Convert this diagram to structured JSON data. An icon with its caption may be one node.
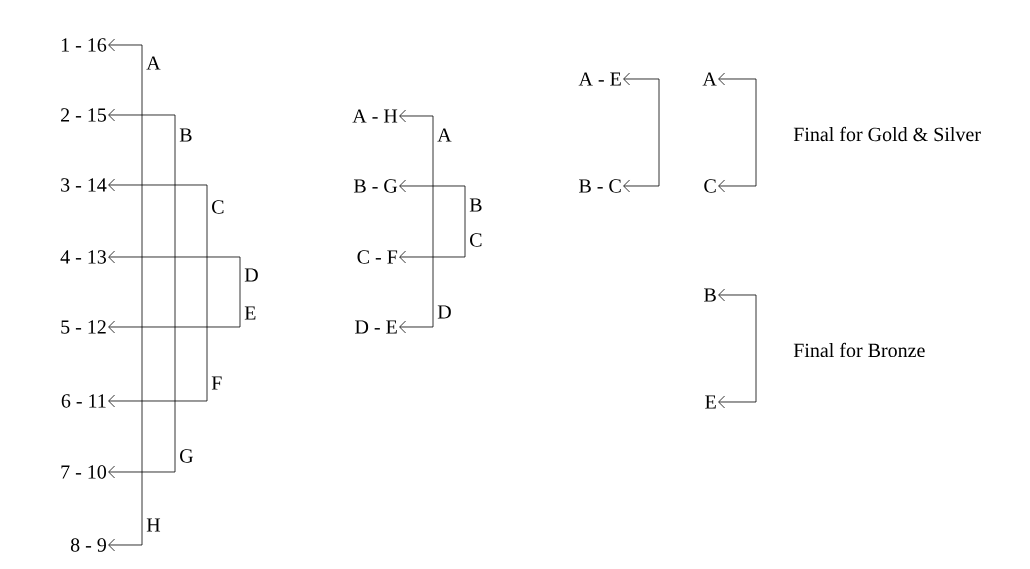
{
  "diagram": {
    "nodes": [
      {
        "text": [
          "1 - 16"
        ]
      },
      {
        "text": [
          "2 - 15"
        ]
      },
      {
        "text": [
          "3 - 14"
        ]
      },
      {
        "text": [
          "4 - 13"
        ]
      },
      {
        "text": [
          "5 - 12"
        ]
      },
      {
        "text": [
          "6 - 11"
        ]
      },
      {
        "text": [
          "7 - 10"
        ]
      },
      {
        "text": [
          "8 - 9"
        ]
      },
      {
        "text": [
          "A - H"
        ]
      },
      {
        "text": [
          "B - G"
        ]
      },
      {
        "text": [
          "C - F"
        ]
      },
      {
        "text": [
          "D - E"
        ]
      },
      {
        "text": [
          "A - E"
        ]
      },
      {
        "text": [
          "B - C"
        ]
      },
      {
        "text": [
          "A"
        ]
      },
      {
        "text": [
          "C"
        ]
      },
      {
        "text": [
          "B"
        ]
      },
      {
        "text": [
          "E"
        ]
      }
    ],
    "edges": [
      {
        "from": 0,
        "to": 7,
        "arrow": "both"
      },
      {
        "from": 1,
        "to": 6,
        "arrow": "both"
      },
      {
        "from": 2,
        "to": 5,
        "arrow": "both"
      },
      {
        "from": 3,
        "to": 4,
        "arrow": "both"
      },
      {
        "from": 8,
        "to": 11,
        "arrow": "both"
      },
      {
        "from": 9,
        "to": 10,
        "arrow": "both"
      },
      {
        "from": 12,
        "to": 13,
        "arrow": "both"
      },
      {
        "from": 14,
        "to": 15,
        "arrow": "both"
      },
      {
        "from": 16,
        "to": 17,
        "arrow": "both"
      }
    ],
    "labels": [
      "A",
      "B",
      "C",
      "D",
      "E",
      "F",
      "G",
      "H",
      "A",
      "B",
      "C",
      "D",
      "Final for Gold & Silver",
      "Final for Bronze"
    ]
  }
}
